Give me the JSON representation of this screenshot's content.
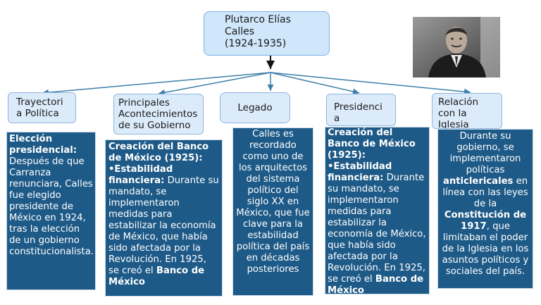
{
  "root": {
    "name": "Plutarco Elías Calles",
    "years": "(1924-1935)"
  },
  "branches": [
    {
      "title": "Trayectoria Política"
    },
    {
      "title": "Principales Acontecimientos de su Gobierno"
    },
    {
      "title": "Legado"
    },
    {
      "title": "Presidencia"
    },
    {
      "title": "Relación con la Iglesia"
    }
  ],
  "panels": {
    "trayectoria": {
      "heading": "Elección presidencial:",
      "text": " Después de que Carranza renunciara, Calles fue elegido presidente de México en 1924, tras la elección de un gobierno constitucionalista."
    },
    "acontecimientos": {
      "heading": "Creación del Banco de México (1925):",
      "sub_heading": "•Estabilidad financiera:",
      "text": " Durante su mandato, se implementaron medidas para estabilizar la economía de México, que había sido afectada por la Revolución. En 1925, se creó el ",
      "bold_end": "Banco de México"
    },
    "legado": {
      "text": "Calles es recordado como uno de los arquitectos del sistema político del siglo XX en México, que fue clave para la estabilidad política del país en décadas posteriores"
    },
    "presidencia": {
      "heading": "Creación del Banco de México (1925):",
      "sub_heading": "•Estabilidad financiera:",
      "text": " Durante su mandato, se implementaron medidas para estabilizar la economía de México, que había sido afectada por la Revolución. En 1925, se creó el ",
      "bold_end": "Banco de México"
    },
    "iglesia": {
      "text1": "Durante su gobierno, se implementaron políticas ",
      "bold1": "anticlericales",
      "text2": " en línea con las leyes de la ",
      "bold2": "Constitución de 1917",
      "text3": ", que limitaban el poder de la Iglesia en los asuntos políticos y sociales del país."
    }
  },
  "colors": {
    "node_fill": "#dcebfa",
    "panel_fill": "#1e5a87",
    "connector": "#3d7fa8"
  }
}
